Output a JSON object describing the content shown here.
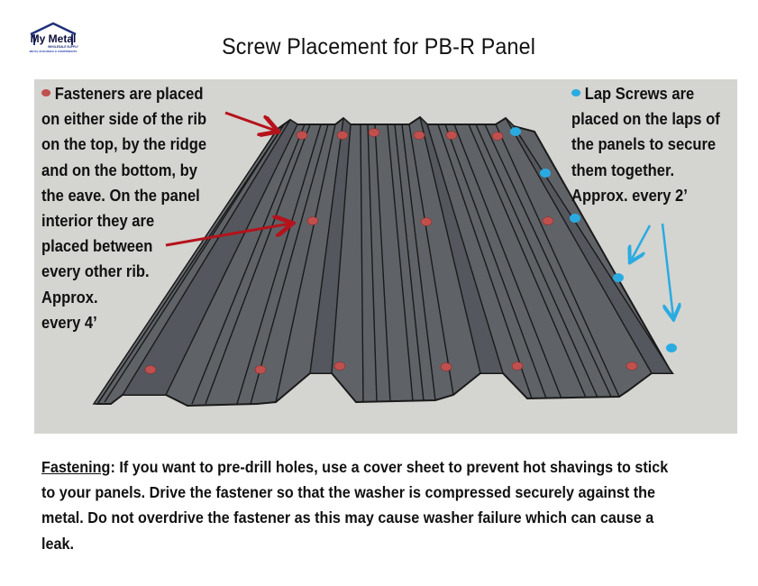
{
  "logo": {
    "brand": "My Metal",
    "tagline1": "WHOLESALE SUPPLY",
    "tagline2": "METAL BUILDINGS & COMPONENTS",
    "icon": "house-roof-icon"
  },
  "title": "Screw Placement for PB-R Panel",
  "legend": {
    "fasteners": {
      "marker_color": "#c0504d",
      "lines": [
        "Fasteners are placed",
        "on either side of the rib",
        "on the top, by the ridge",
        "and on the bottom, by",
        "the eave. On the panel",
        "interior they are",
        "placed between",
        "every other rib.",
        "Approx.",
        "every 4’"
      ]
    },
    "lap_screws": {
      "marker_color": "#29abe2",
      "lines": [
        "Lap Screws are",
        "placed on the laps of",
        "the panels to secure",
        "them together.",
        "Approx. every 2’"
      ]
    }
  },
  "colors": {
    "background": "#d4d4d0",
    "panel_fill": "#5f6368",
    "panel_dark": "#4b4f54",
    "outline": "#1a1a1a",
    "fastener": "#c0504d",
    "lap_screw": "#29abe2",
    "red_arrow": "#b5121b",
    "blue_arrow": "#29abe2"
  },
  "footer": {
    "heading": "Fastening",
    "lines": [
      ": If you want to pre-drill holes, use a cover sheet to prevent hot shavings to stick",
      "to your panels. Drive the fastener so that the washer is compressed securely against the",
      "metal. Do not overdrive the fastener as this may cause washer failure which can cause a",
      "leak."
    ]
  }
}
